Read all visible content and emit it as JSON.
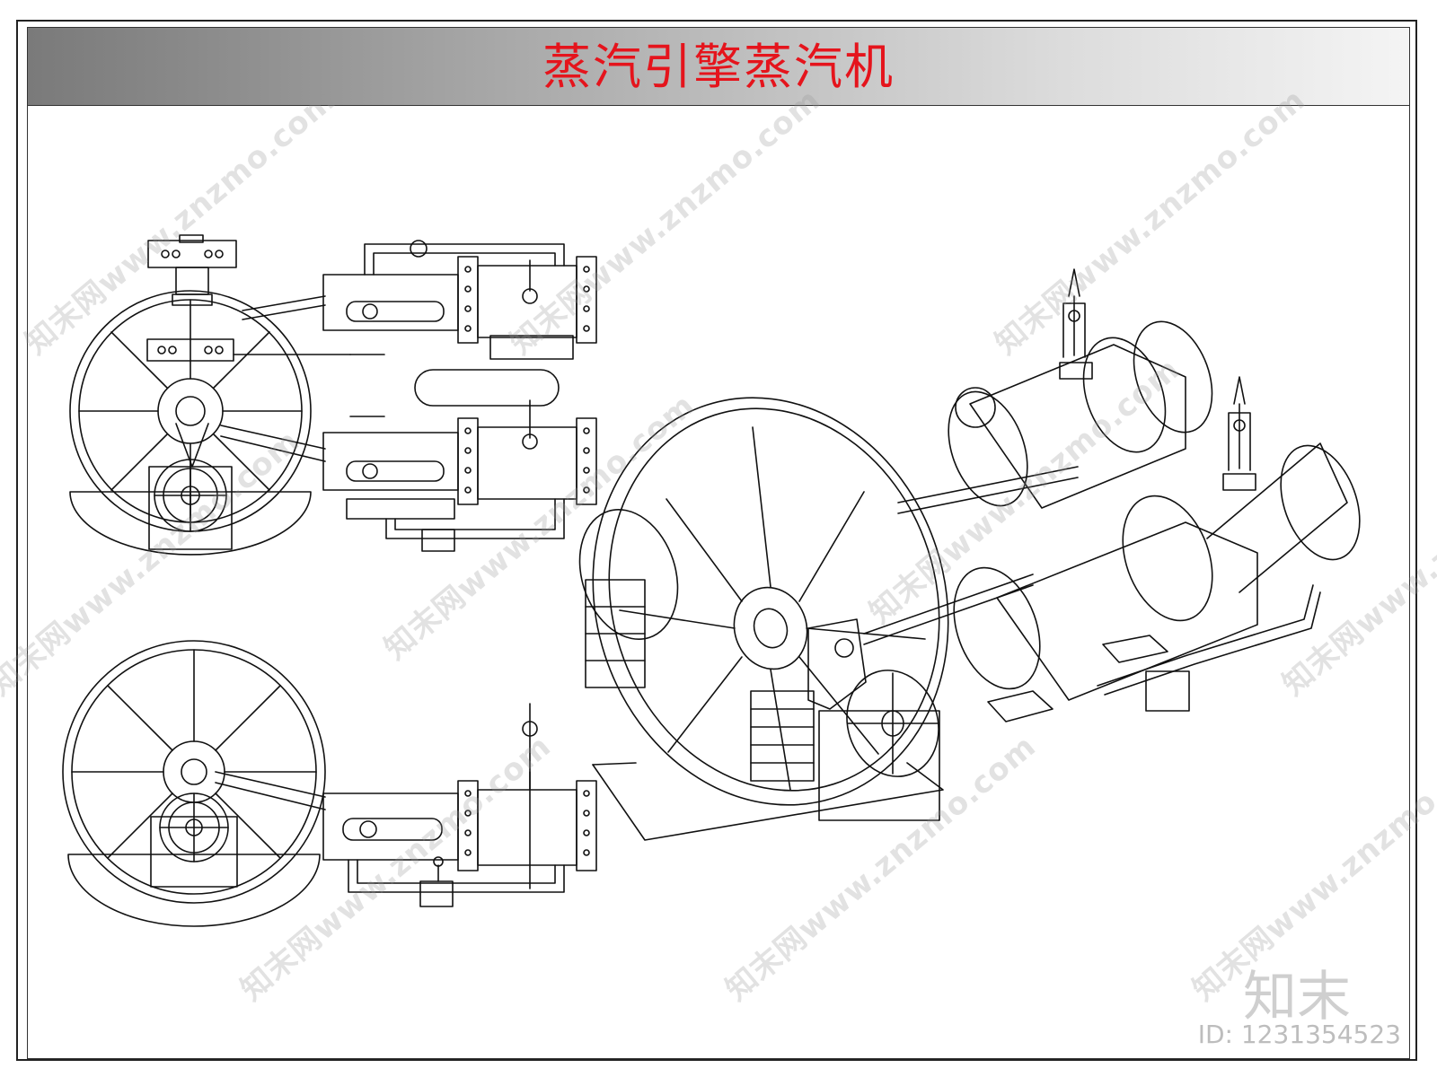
{
  "title": "蒸汽引擎蒸汽机",
  "watermark": {
    "text": "知末网www.znzmo.com"
  },
  "brand": {
    "logo_text": "知末",
    "id_label": "ID: 1231354523"
  },
  "colors": {
    "title": "#e5141c",
    "line": "#111111",
    "title_bar_dark": "#7a7a7a",
    "title_bar_light": "#f4f4f4"
  }
}
